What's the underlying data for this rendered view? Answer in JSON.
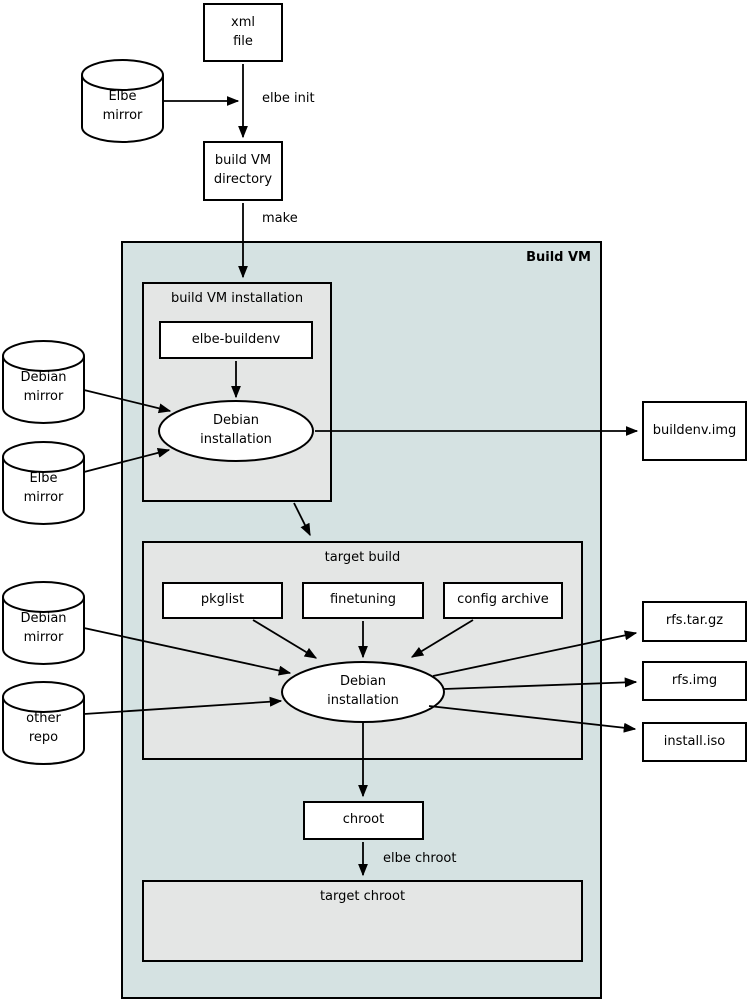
{
  "containers": {
    "build_vm": {
      "label": "Build VM"
    },
    "build_vm_installation": {
      "label": "build VM installation"
    },
    "target_build": {
      "label": "target build"
    },
    "target_chroot": {
      "label": "target chroot"
    }
  },
  "nodes": {
    "xml_file": {
      "label": "xml\nfile",
      "shape": "box"
    },
    "elbe_mirror_top": {
      "label": "Elbe\nmirror",
      "shape": "cylinder"
    },
    "build_vm_directory": {
      "label": "build VM\ndirectory",
      "shape": "box"
    },
    "elbe_buildenv": {
      "label": "elbe-buildenv",
      "shape": "box"
    },
    "debian_installation_buildenv": {
      "label": "Debian\ninstallation",
      "shape": "ellipse"
    },
    "debian_mirror_mid": {
      "label": "Debian\nmirror",
      "shape": "cylinder"
    },
    "elbe_mirror_mid": {
      "label": "Elbe\nmirror",
      "shape": "cylinder"
    },
    "buildenv_img": {
      "label": "buildenv.img",
      "shape": "box"
    },
    "pkglist": {
      "label": "pkglist",
      "shape": "box"
    },
    "finetuning": {
      "label": "finetuning",
      "shape": "box"
    },
    "config_archive": {
      "label": "config archive",
      "shape": "box"
    },
    "debian_installation_target": {
      "label": "Debian\ninstallation",
      "shape": "ellipse"
    },
    "debian_mirror_bottom": {
      "label": "Debian\nmirror",
      "shape": "cylinder"
    },
    "other_repo": {
      "label": "other\nrepo",
      "shape": "cylinder"
    },
    "rfs_tar_gz": {
      "label": "rfs.tar.gz",
      "shape": "box"
    },
    "rfs_img": {
      "label": "rfs.img",
      "shape": "box"
    },
    "install_iso": {
      "label": "install.iso",
      "shape": "box"
    },
    "chroot": {
      "label": "chroot",
      "shape": "box"
    }
  },
  "edge_labels": {
    "elbe_init": "elbe init",
    "make": "make",
    "elbe_chroot": "elbe chroot"
  },
  "colors": {
    "build_vm_bg": "#d5e2e2",
    "subgraph_bg": "#e4e6e5",
    "node_bg": "#ffffff",
    "stroke": "#000000"
  }
}
